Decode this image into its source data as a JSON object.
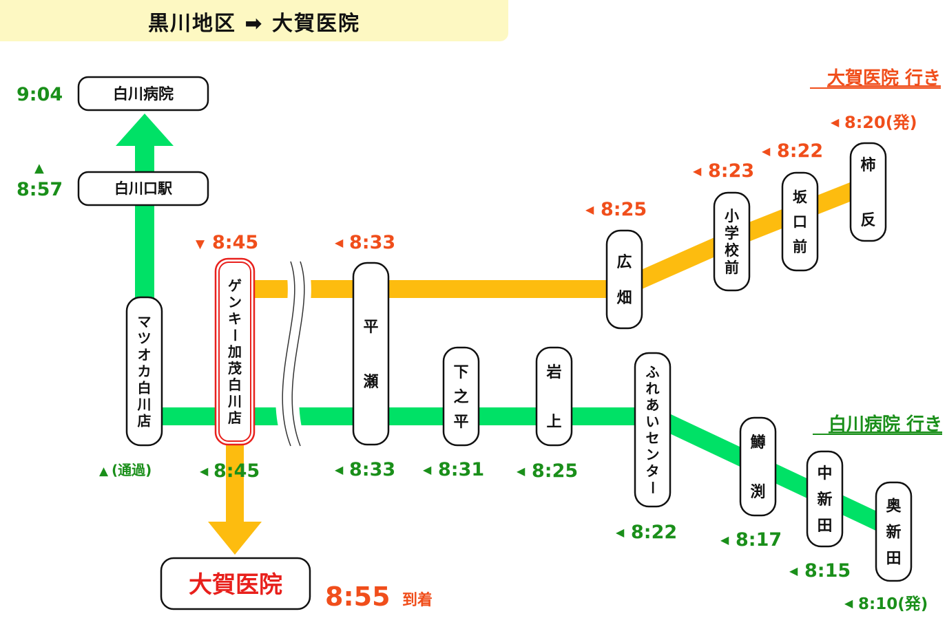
{
  "header": {
    "title": "黒川地区 ➡ 大賀医院"
  },
  "colors": {
    "green_route": "#00e166",
    "orange_route": "#fdbc0f",
    "green_text": "#1a8f1a",
    "orange_text": "#f04e1b",
    "red_text": "#e8201c"
  },
  "stops": {
    "shirakawa_hospital": {
      "name": "白川病院"
    },
    "shirakawaguchi": {
      "name": "白川口駅"
    },
    "matsuoka": {
      "name": "マツオカ白川店"
    },
    "genky": {
      "name": "ゲンキー加茂白川店"
    },
    "hirase": {
      "name": "平瀬"
    },
    "shimonohira": {
      "name": "下之平"
    },
    "iwagami": {
      "name": "岩上"
    },
    "fureai": {
      "name": "ふれあいセンター"
    },
    "masubuchi": {
      "name": "鱒渕"
    },
    "nakashinden": {
      "name": "中新田"
    },
    "okushinden": {
      "name": "奥新田"
    },
    "hirobatake": {
      "name": "広畑"
    },
    "shogakkomae": {
      "name": "小学校前"
    },
    "sakaguchimae": {
      "name": "坂口前"
    },
    "kakisori": {
      "name": "柿反"
    },
    "oga": {
      "name": "大賀医院"
    }
  },
  "times": {
    "shirakawa_hospital": "9:04",
    "shirakawaguchi": "8:57",
    "matsuoka_pass": "(通過)",
    "genky_orange": "8:45",
    "genky_green": "8:45",
    "hirase_orange": "8:33",
    "hirase_green": "8:33",
    "shimonohira": "8:31",
    "iwagami": "8:25",
    "fureai": "8:22",
    "masubuchi": "8:17",
    "nakashinden": "8:15",
    "okushinden": "8:10(発)",
    "hirobatake": "8:25",
    "shogakkomae": "8:23",
    "sakaguchimae": "8:22",
    "kakisori": "8:20(発)",
    "oga_arrival": "8:55",
    "arrival_label": "到着"
  },
  "destinations": {
    "orange": "大賀医院 行き",
    "green": "白川病院 行き"
  }
}
